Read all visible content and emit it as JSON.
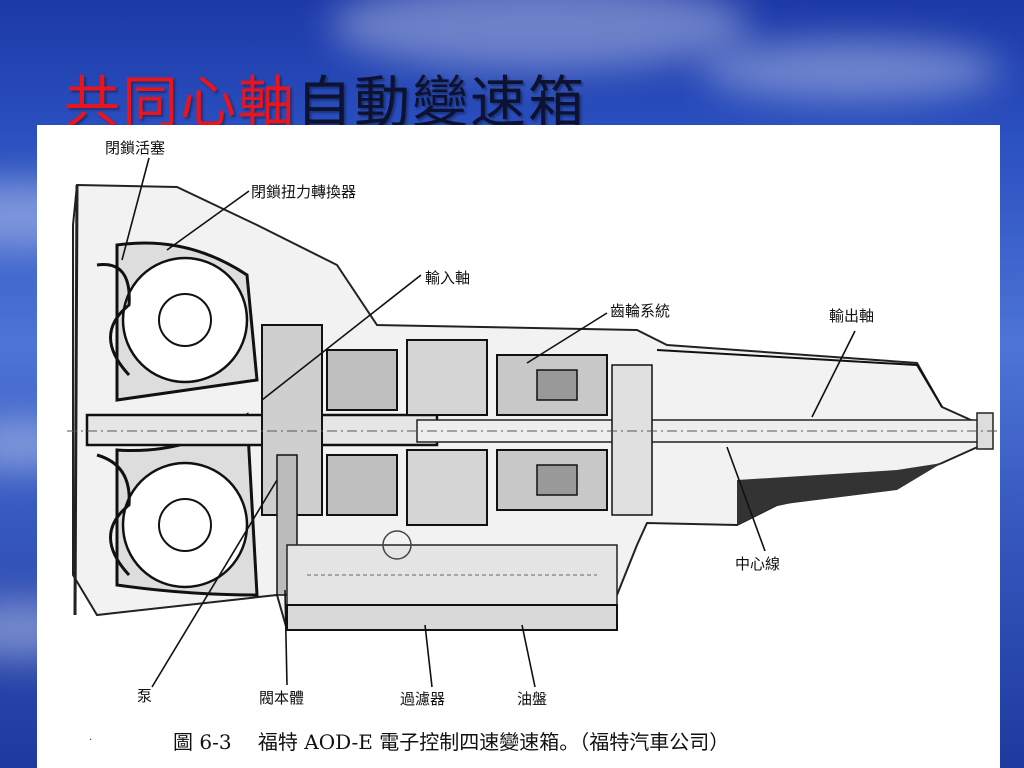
{
  "slide": {
    "title_part1": "共同心軸",
    "title_part2": "自動變速箱",
    "title_color_part1": "#e8141e",
    "title_color_part2": "#0c1230"
  },
  "figure": {
    "labels": {
      "lockup_piston": "閉鎖活塞",
      "lockup_torque_converter": "閉鎖扭力轉換器",
      "input_shaft": "輸入軸",
      "gear_system": "齒輪系統",
      "output_shaft": "輸出軸",
      "centerline": "中心線",
      "pump": "泵",
      "valve_body": "閥本體",
      "filter": "過濾器",
      "oil_pan": "油盤"
    },
    "caption": "圖 6-3　 福特 AOD-E 電子控制四速變速箱。（福特汽車公司）",
    "bullet": "·"
  }
}
